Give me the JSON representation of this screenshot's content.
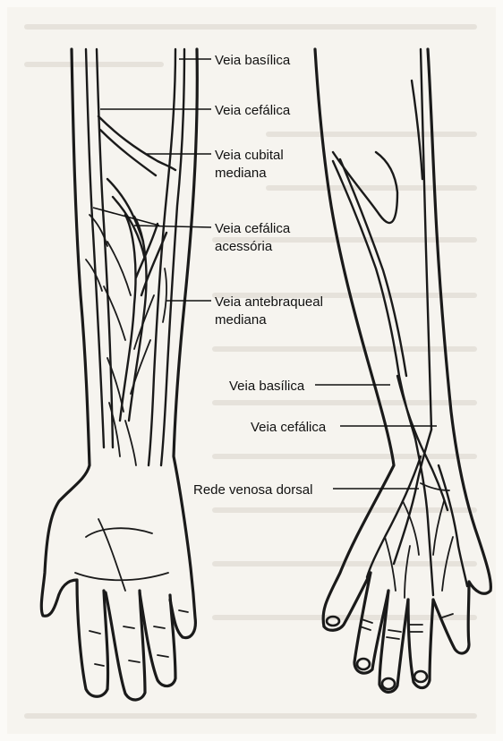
{
  "labels": {
    "veia_basilica_top": "Veia basílica",
    "veia_cefalica_top": "Veia cefálica",
    "veia_cubital_1": "Veia cubital",
    "veia_cubital_2": "mediana",
    "veia_cefalica_acessoria_1": "Veia cefálica",
    "veia_cefalica_acessoria_2": "acessória",
    "veia_antebraqueal_1": "Veia antebraqueal",
    "veia_antebraqueal_2": "mediana",
    "veia_basilica_right": "Veia basílica",
    "veia_cefalica_right": "Veia cefálica",
    "rede_venosa_dorsal": "Rede venosa dorsal"
  },
  "colors": {
    "ink": "#1a1a1a",
    "paper": "#f6f4ef"
  }
}
